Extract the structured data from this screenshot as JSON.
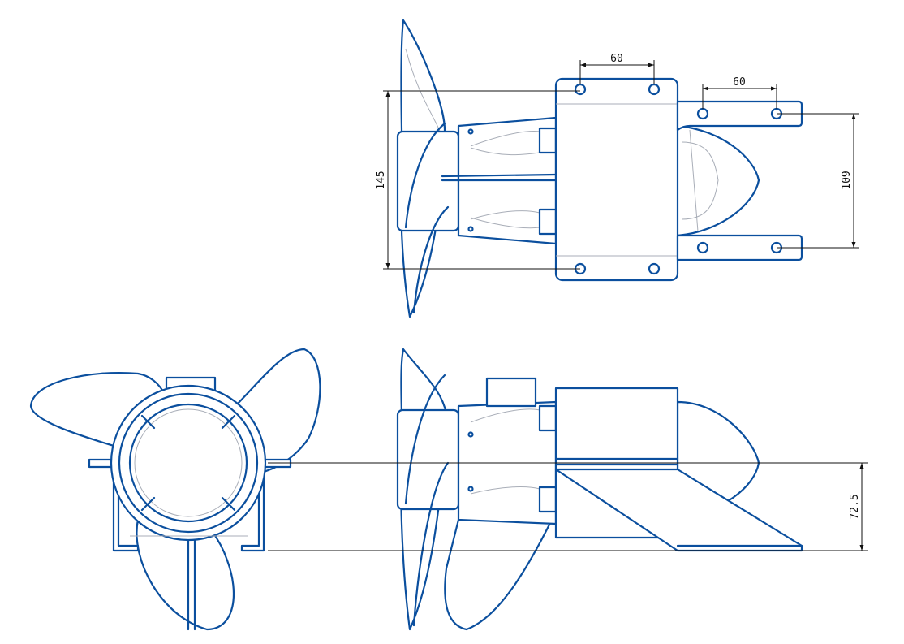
{
  "colors": {
    "outline": "#0b4f9e",
    "hidden": "#a9aeb8",
    "dimension": "#111111"
  },
  "dimensions": {
    "top_hole_spacing": "60",
    "bracket_hole_spacing": "60",
    "overall_height": "145",
    "bracket_span": "109",
    "fin_depth": "72.5"
  }
}
